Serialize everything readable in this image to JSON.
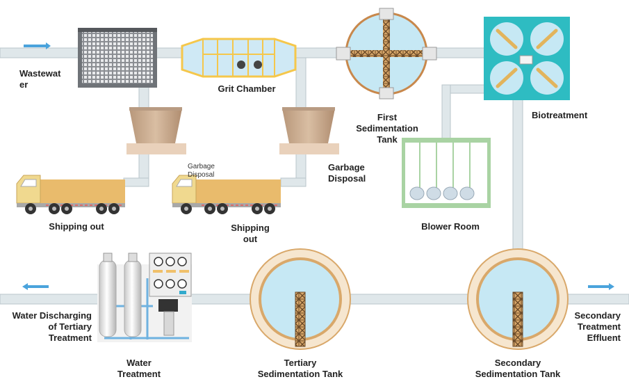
{
  "labels": {
    "wastewater": "Wastewat\ner",
    "grit_chamber": "Grit Chamber",
    "first_sedimentation": "First\nSedimentation\nTank",
    "biotreatment": "Biotreatment",
    "blower_room": "Blower Room",
    "garbage_disposal_small": "Garbage\nDisposal",
    "garbage_disposal": "Garbage\nDisposal",
    "shipping_out_1": "Shipping out",
    "shipping_out_2": "Shipping\nout",
    "water_discharging": "Water Discharging\nof Tertiary\nTreatment",
    "water_treatment": "Water\nTreatment",
    "tertiary_sedimentation": "Tertiary\nSedimentation Tank",
    "secondary_sedimentation": "Secondary\nSedimentation Tank",
    "secondary_effluent": "Secondary\nTreatment\nEffluent"
  },
  "colors": {
    "pipe": "#dfe7ea",
    "pipe_edge": "#b9c6cb",
    "arrow": "#4aa3dc",
    "water": "#c6e8f4",
    "tank_rim": "#d9a86a",
    "tank_rim_light": "#f6e6cf",
    "scraper": "#b07a3c",
    "grit_frame": "#f5c74b",
    "truck_body": "#e9bb6c",
    "truck_cab": "#f0d98f",
    "hopper": "#c9a98a",
    "biotreatment": "#2ebcc2",
    "blower_frame": "#a9d3a3",
    "screen": "#7c7f84"
  }
}
